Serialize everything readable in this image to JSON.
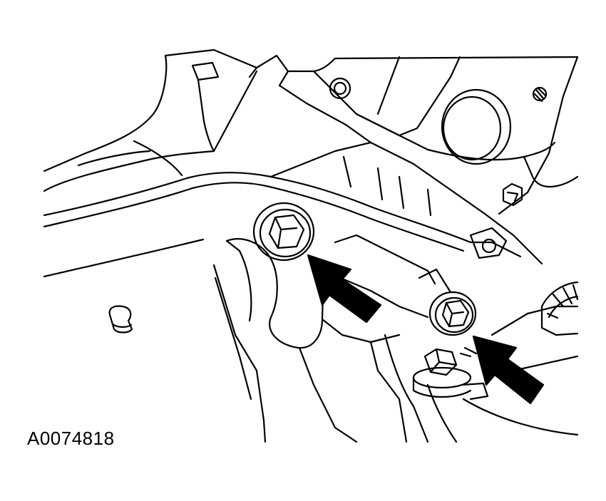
{
  "figure": {
    "id_label": "A0074818",
    "line_color": "#000000",
    "background": "#ffffff",
    "callouts": [
      {
        "name": "arrow-bolt-upper",
        "target": "bolt-upper"
      },
      {
        "name": "arrow-bolt-lower",
        "target": "bolt-lower"
      }
    ]
  }
}
